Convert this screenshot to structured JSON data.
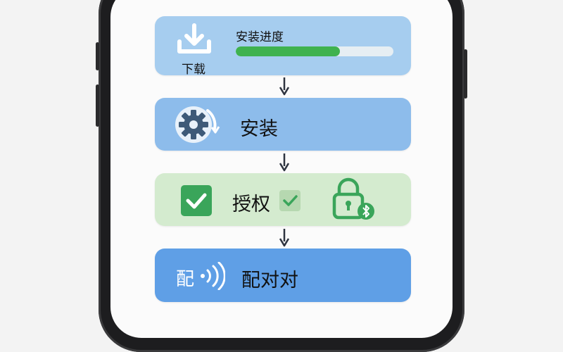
{
  "steps": {
    "download": {
      "label": "下载",
      "status": "安装进度",
      "progress": 0.66
    },
    "install": {
      "label": "安装"
    },
    "authorize": {
      "label": "授权"
    },
    "pair": {
      "badge": "配",
      "label": "配对对"
    }
  },
  "colors": {
    "download_card": "#a6cdef",
    "install_card": "#8dbceb",
    "authorize_card": "#d4ebcf",
    "pair_card": "#5f9fe6",
    "progress": "#3fb24f",
    "check": "#3aa55a",
    "icon_dark": "#3e5a78"
  },
  "icons": [
    "download-icon",
    "gear-icon",
    "checkbox-checked-icon",
    "check-icon",
    "lock-bluetooth-icon",
    "wireless-signal-icon",
    "arrow-down-icon"
  ]
}
